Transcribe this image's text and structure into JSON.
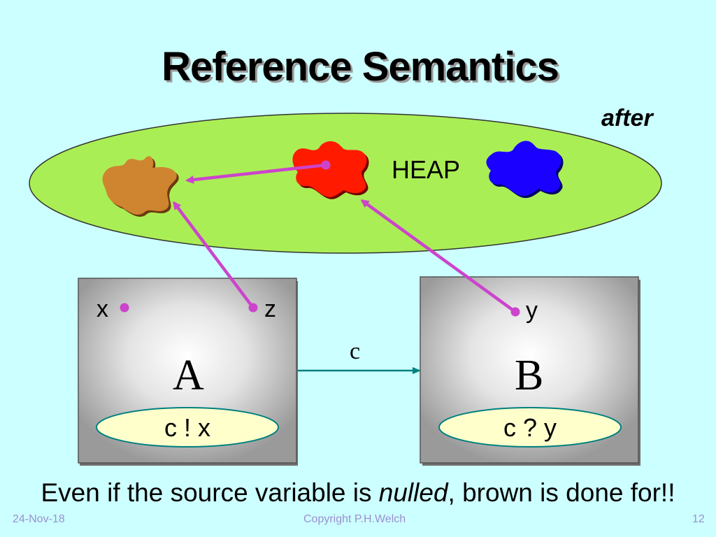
{
  "slide": {
    "title": "Reference Semantics",
    "state_label": "after",
    "heap_label": "HEAP",
    "channel_label": "c",
    "caption_before": "Even if the source variable is ",
    "caption_emphasis": "nulled",
    "caption_after": ", brown is done for!!"
  },
  "processes": [
    {
      "name": "A",
      "action": "c ! x",
      "variables": [
        "x",
        "z"
      ]
    },
    {
      "name": "B",
      "action": "c ? y",
      "variables": [
        "y"
      ]
    }
  ],
  "heap_objects": [
    {
      "name": "brown-object",
      "color": "#cf8430"
    },
    {
      "name": "red-object",
      "color": "#ff1a00"
    },
    {
      "name": "blue-object",
      "color": "#1a00ff"
    }
  ],
  "colors": {
    "background": "#ccffff",
    "heap": "#aaee55",
    "arrow": "#cc44cc",
    "channel": "#008080",
    "action_fill": "#ffffcc"
  },
  "footer": {
    "date": "24-Nov-18",
    "copyright": "Copyright P.H.Welch",
    "page": "12"
  }
}
